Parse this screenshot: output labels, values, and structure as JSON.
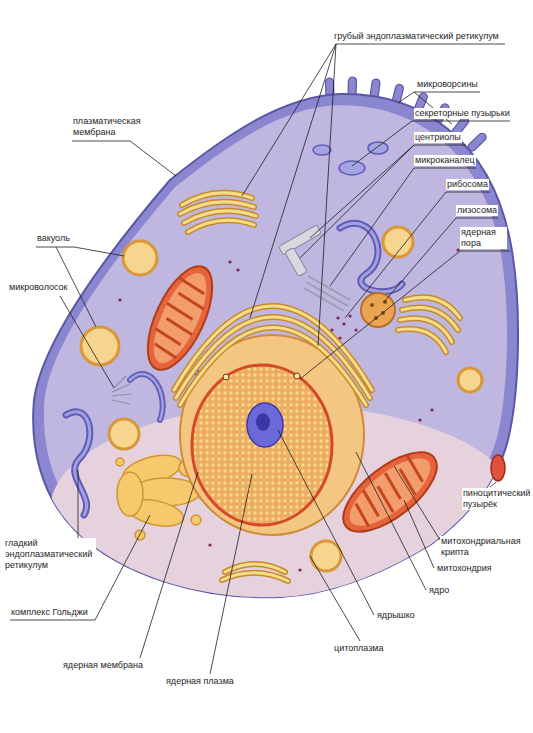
{
  "diagram": {
    "labels": [
      "грубый эндоплазматический ретикулум",
      "микроворсины",
      "плазматическая мембрана",
      "секреторные пузырьки",
      "центриолы",
      "микроканалец",
      "рибосома",
      "лизосома",
      "вакуоль",
      "ядерная пора",
      "микроволосок",
      "пиноцитический пузырёк",
      "митохондриальная крипта",
      "гладкий эндоплазматический ретикулум",
      "митохондрия",
      "ядро",
      "комплекс Гольджи",
      "ядрышко",
      "цитоплазма",
      "ядерная мембрана",
      "ядерная плазма"
    ]
  }
}
